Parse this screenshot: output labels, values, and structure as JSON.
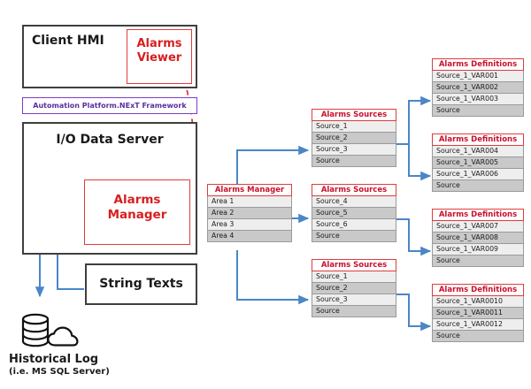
{
  "diagram": {
    "title": "Alarms architecture diagram",
    "colors": {
      "red": "#d81e1e",
      "table_header_red": "#c8102e",
      "purple": "#5b2d9e",
      "blue_arrow": "#4a86c8",
      "black_box": "#3f3f3f",
      "row_light": "#eeeeee",
      "row_dark": "#c9c9c9"
    }
  },
  "client_hmi": {
    "label": "Client HMI",
    "alarms_viewer": "Alarms\nViewer",
    "alarms_viewer_line1": "Alarms",
    "alarms_viewer_line2": "Viewer"
  },
  "framework": {
    "label": "Automation Platform.NExT Framework"
  },
  "io_data_server": {
    "label": "I/O Data Server",
    "alarms_manager_line1": "Alarms",
    "alarms_manager_line2": "Manager"
  },
  "string_texts": {
    "label": "String Texts"
  },
  "historical_log": {
    "line1": "Historical Log",
    "line2": "(i.e. MS SQL Server)",
    "database_icon": "database-cylinder-icon",
    "cloud_icon": "cloud-icon"
  },
  "alarms_manager_table": {
    "header": "Alarms Manager",
    "rows": [
      "Area 1",
      "Area 2",
      "Area 3",
      "Area 4"
    ]
  },
  "alarms_sources_tables": [
    {
      "header": "Alarms Sources",
      "rows": [
        "Source_1",
        "Source_2",
        "Source_3",
        "Source"
      ]
    },
    {
      "header": "Alarms Sources",
      "rows": [
        "Source_4",
        "Source_5",
        "Source_6",
        "Source"
      ]
    },
    {
      "header": "Alarms Sources",
      "rows": [
        "Source_1",
        "Source_2",
        "Source_3",
        "Source"
      ]
    }
  ],
  "alarms_definitions_tables": [
    {
      "header": "Alarms Definitions",
      "rows": [
        "Source_1_VAR001",
        "Source_1_VAR002",
        "Source_1_VAR003",
        "Source"
      ]
    },
    {
      "header": "Alarms Definitions",
      "rows": [
        "Source_1_VAR004",
        "Source_1_VAR005",
        "Source_1_VAR006",
        "Source"
      ]
    },
    {
      "header": "Alarms Definitions",
      "rows": [
        "Source_1_VAR007",
        "Source_1_VAR008",
        "Source_1_VAR009",
        "Source"
      ]
    },
    {
      "header": "Alarms Definitions",
      "rows": [
        "Source_1_VAR0010",
        "Source_1_VAR0011",
        "Source_1_VAR0012",
        "Source"
      ]
    }
  ]
}
